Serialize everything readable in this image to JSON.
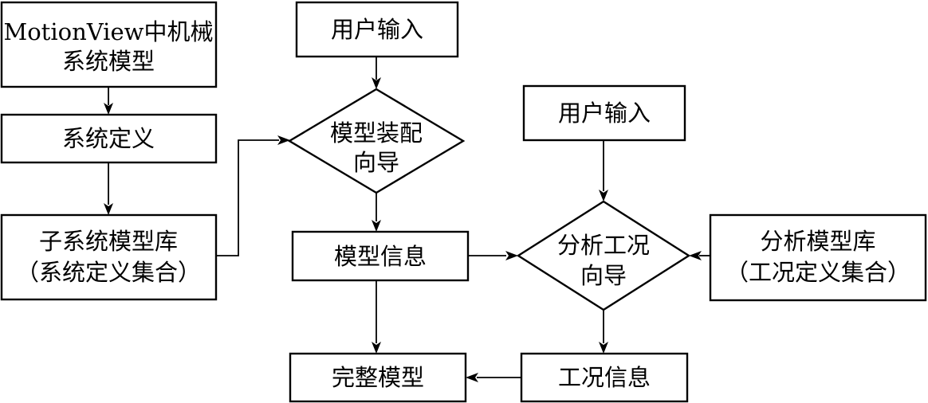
{
  "nodes": {
    "motionview_model": {
      "lines": [
        "MotionView中机械",
        "系统模型"
      ]
    },
    "system_definition": {
      "lines": [
        "系统定义"
      ]
    },
    "subsystem_library": {
      "lines": [
        "子系统模型库",
        "（系统定义集合）"
      ]
    },
    "user_input_top": {
      "lines": [
        "用户输入"
      ]
    },
    "assembly_wizard": {
      "lines": [
        "模型装配",
        "向导"
      ]
    },
    "model_info": {
      "lines": [
        "模型信息"
      ]
    },
    "complete_model": {
      "lines": [
        "完整模型"
      ]
    },
    "user_input_right": {
      "lines": [
        "用户输入"
      ]
    },
    "analysis_wizard": {
      "lines": [
        "分析工况",
        "向导"
      ]
    },
    "analysis_library": {
      "lines": [
        "分析模型库",
        "（工况定义集合）"
      ]
    },
    "condition_info": {
      "lines": [
        "工况信息"
      ]
    }
  }
}
